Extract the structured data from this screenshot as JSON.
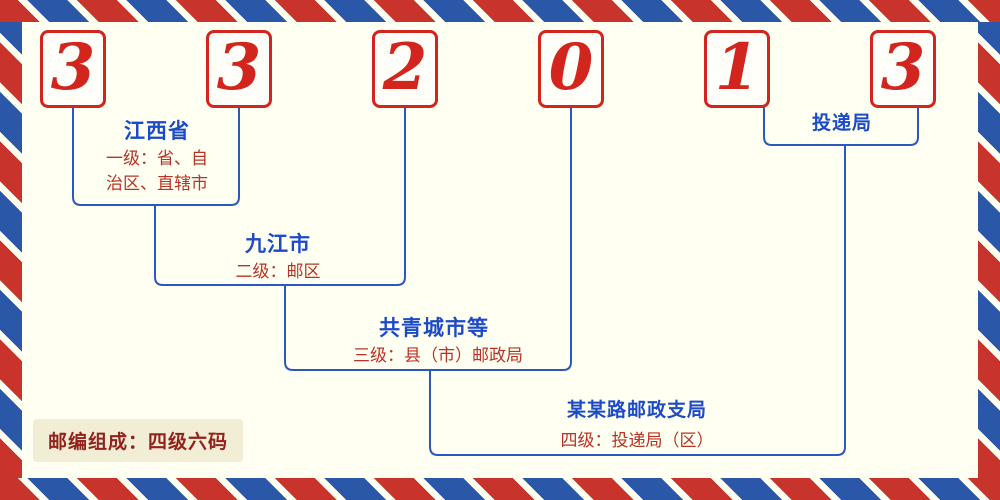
{
  "postal_code": "332013",
  "digits": [
    "3",
    "3",
    "2",
    "0",
    "1",
    "3"
  ],
  "levels": [
    {
      "name": "江西省",
      "desc": "一级：省、自\n治区、直辖市"
    },
    {
      "name": "九江市",
      "desc": "二级：邮区"
    },
    {
      "name": "共青城市等",
      "desc": "三级：县（市）邮政局"
    },
    {
      "name": "某某路邮政支局",
      "desc": "四级：投递局（区）"
    }
  ],
  "delivery_label": "投递局",
  "badge_label": "邮编组成：四级六码",
  "colors": {
    "background": "#FFFFF2",
    "digit_red": "#D2251E",
    "name_blue": "#1D4BC8",
    "desc_red": "#BB3226",
    "line_blue": "#2B57C0",
    "border_red": "#C8342C",
    "border_blue": "#2B57A8",
    "badge_text": "#92231C",
    "badge_bg": "#F2EED6"
  }
}
